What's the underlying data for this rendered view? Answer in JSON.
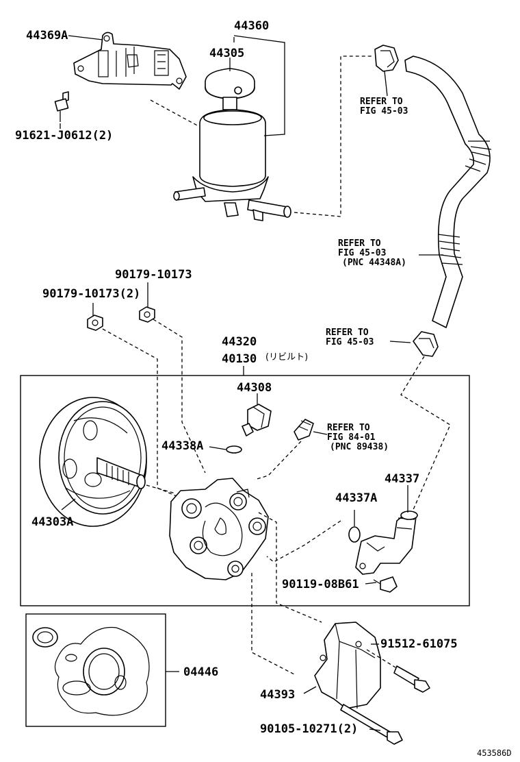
{
  "labels": {
    "p44369A": "44369A",
    "p44360": "44360",
    "p44305": "44305",
    "p91621": "91621-J0612(2)",
    "ref_a_1": "REFER TO",
    "ref_a_2": "FIG 45-03",
    "ref_b_1": "REFER TO",
    "ref_b_2": "FIG 45-03",
    "ref_b_3": "(PNC 44348A)",
    "p90179_a": "90179-10173",
    "p90179_b": "90179-10173(2)",
    "p44320": "44320",
    "p40130": "40130",
    "p40130_note": "(リビルト)",
    "ref_c_1": "REFER TO",
    "ref_c_2": "FIG 45-03",
    "p44308": "44308",
    "p44338A": "44338A",
    "ref_d_1": "REFER TO",
    "ref_d_2": "FIG 84-01",
    "ref_d_3": "(PNC 89438)",
    "p44337": "44337",
    "p44337A": "44337A",
    "p44303A": "44303A",
    "p90119": "90119-08B61",
    "p91512": "91512-61075",
    "p04446": "04446",
    "p44393": "44393",
    "p90105": "90105-10271(2)",
    "diagram_code": "453586D"
  }
}
